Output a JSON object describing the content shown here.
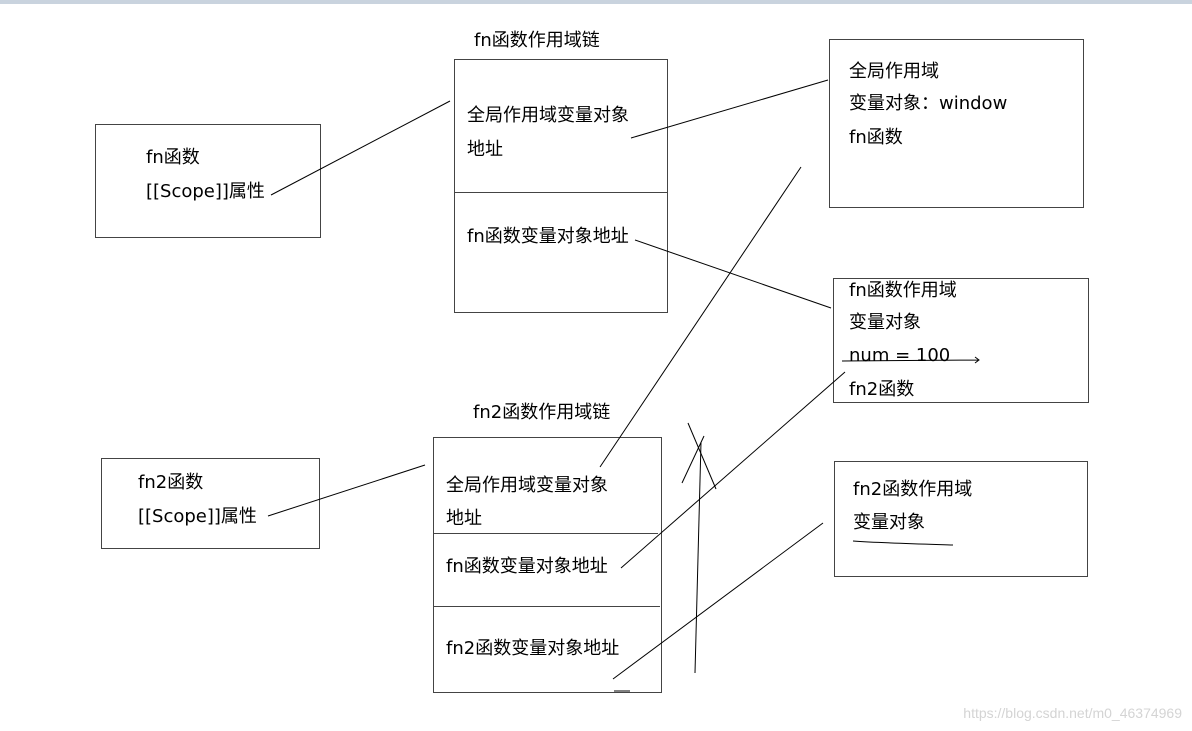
{
  "fn_chain": {
    "title": "fn函数作用域链",
    "cells": [
      [
        "全局作用域变量对象",
        "地址"
      ],
      [
        "fn函数变量对象地址"
      ]
    ]
  },
  "fn_function": {
    "lines": [
      "fn函数",
      "[[Scope]]属性"
    ]
  },
  "global_scope": {
    "lines": [
      "全局作用域",
      "变量对象：window",
      "fn函数"
    ]
  },
  "fn_scope": {
    "lines": [
      "fn函数作用域",
      "变量对象",
      "num = 100",
      "fn2函数"
    ]
  },
  "fn2_chain": {
    "title": "fn2函数作用域链",
    "cells": [
      [
        "全局作用域变量对象",
        "地址"
      ],
      [
        "fn函数变量对象地址"
      ],
      [
        "fn2函数变量对象地址"
      ]
    ]
  },
  "fn2_function": {
    "lines": [
      "fn2函数",
      "[[Scope]]属性"
    ]
  },
  "fn2_scope": {
    "lines": [
      "fn2函数作用域",
      "变量对象"
    ]
  },
  "watermark": "https://blog.csdn.net/m0_46374969",
  "colors": {
    "stroke": "#000000",
    "box_border": "#444444",
    "top_strip": "#c9d3de",
    "watermark": "#d4d4d4"
  }
}
